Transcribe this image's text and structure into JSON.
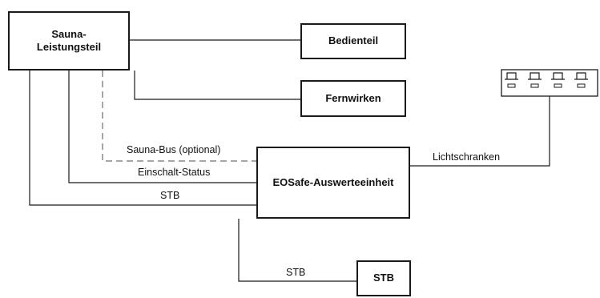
{
  "diagram": {
    "nodes": {
      "sauna_power": {
        "label_line1": "Sauna-",
        "label_line2": "Leistungsteil"
      },
      "control_panel": {
        "label": "Bedienteil"
      },
      "remote_control": {
        "label": "Fernwirken"
      },
      "evaluation_unit": {
        "label": "EOSafe-Auswerteeinheit"
      },
      "stb_unit": {
        "label": "STB"
      }
    },
    "edges": {
      "sauna_bus": {
        "label": "Sauna-Bus (optional)",
        "style": "dashed"
      },
      "switch_status": {
        "label": "Einschalt-Status"
      },
      "stb_power": {
        "label": "STB"
      },
      "light_barriers": {
        "label": "Lichtschranken"
      },
      "stb_lower": {
        "label": "STB"
      }
    },
    "colors": {
      "line": "#1a1a1a",
      "dashed_line": "#888888",
      "box_border": "#1a1a1a"
    }
  }
}
